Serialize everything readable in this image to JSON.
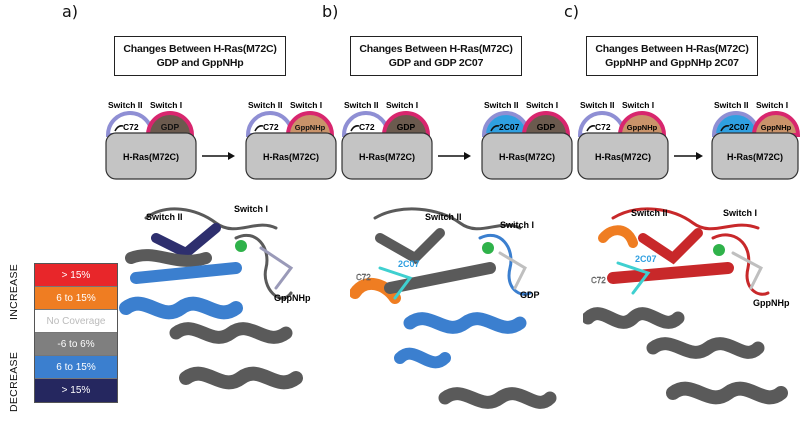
{
  "panels": [
    {
      "letter": "a)",
      "title_line1": "Changes Between H-Ras(M72C)",
      "title_line2": "GDP and GppNHp",
      "left": {
        "switch2": "Switch II",
        "switch1": "Switch I",
        "residue": "C72",
        "nucleotide": "GDP",
        "protein": "H-Ras(M72C)"
      },
      "right": {
        "switch2": "Switch II",
        "switch1": "Switch I",
        "residue": "C72",
        "nucleotide": "GppNHp",
        "protein": "H-Ras(M72C)"
      },
      "structure_labels": {
        "switch2": "Switch II",
        "switch1": "Switch I",
        "ligand": "GppNHp"
      }
    },
    {
      "letter": "b)",
      "title_line1": "Changes Between H-Ras(M72C)",
      "title_line2": "GDP and GDP 2C07",
      "left": {
        "switch2": "Switch II",
        "switch1": "Switch I",
        "residue": "C72",
        "nucleotide": "GDP",
        "protein": "H-Ras(M72C)"
      },
      "right": {
        "switch2": "Switch II",
        "switch1": "Switch I",
        "residue": "2C07",
        "nucleotide": "GDP",
        "protein": "H-Ras(M72C)"
      },
      "structure_labels": {
        "switch2": "Switch II",
        "switch1": "Switch I",
        "ligand": "GDP",
        "compound": "2C07",
        "residue": "C72"
      }
    },
    {
      "letter": "c)",
      "title_line1": "Changes Between H-Ras(M72C)",
      "title_line2": "GppNHP and GppNHp 2C07",
      "left": {
        "switch2": "Switch II",
        "switch1": "Switch I",
        "residue": "C72",
        "nucleotide": "GppNHp",
        "protein": "H-Ras(M72C)"
      },
      "right": {
        "switch2": "Switch II",
        "switch1": "Switch I",
        "residue": "2C07",
        "nucleotide": "GppNHp",
        "protein": "H-Ras(M72C)"
      },
      "structure_labels": {
        "switch2": "Switch II",
        "switch1": "Switch I",
        "ligand": "GppNHp",
        "compound": "2C07",
        "residue": "C72"
      }
    }
  ],
  "legend": {
    "increase_label": "INCREASE",
    "decrease_label": "DECREASE",
    "items": [
      {
        "label": "> 15%",
        "color": "#e8262a"
      },
      {
        "label": "6 to 15%",
        "color": "#ef7d22"
      },
      {
        "label": "No Coverage",
        "color": "#ffffff"
      },
      {
        "label": "-6 to 6%",
        "color": "#7f7f7f"
      },
      {
        "label": "6 to 15%",
        "color": "#3b7fcf"
      },
      {
        "label": "> 15%",
        "color": "#25275f"
      }
    ]
  },
  "colors": {
    "switch2_arc": "#8f8fd4",
    "switch1_arc": "#d8266e",
    "gdp_fill": "#6b5a4e",
    "gppnhp_fill": "#c9936a",
    "compound_fill": "#2f9fe0",
    "protein_fill": "#c4c4c4",
    "helix_gray": "#5a5a5a",
    "blue": "#3b7fcf",
    "navy": "#25275f",
    "orange": "#ef7d22",
    "red": "#c8282a"
  }
}
